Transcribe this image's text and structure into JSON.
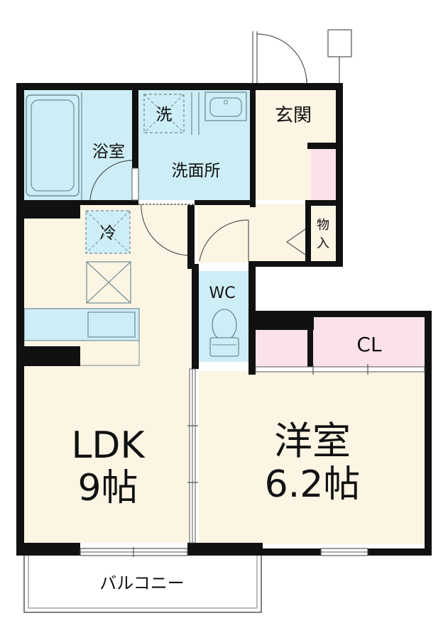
{
  "rooms": {
    "bath": "浴室",
    "washroom": "洗面所",
    "washer": "洗",
    "entrance": "玄関",
    "storage_top": "物",
    "storage_bottom": "入",
    "fridge": "冷",
    "wc": "WC",
    "closet": "CL",
    "ldk_name": "LDK",
    "ldk_size": "9帖",
    "western_name": "洋室",
    "western_size": "6.2帖",
    "balcony": "バルコニー"
  },
  "colors": {
    "wall": "#111111",
    "floor": "#fdf5e4",
    "wet_area": "#cdeef6",
    "closet": "#fbe1ea",
    "fixture_stroke": "#6f8a93"
  }
}
